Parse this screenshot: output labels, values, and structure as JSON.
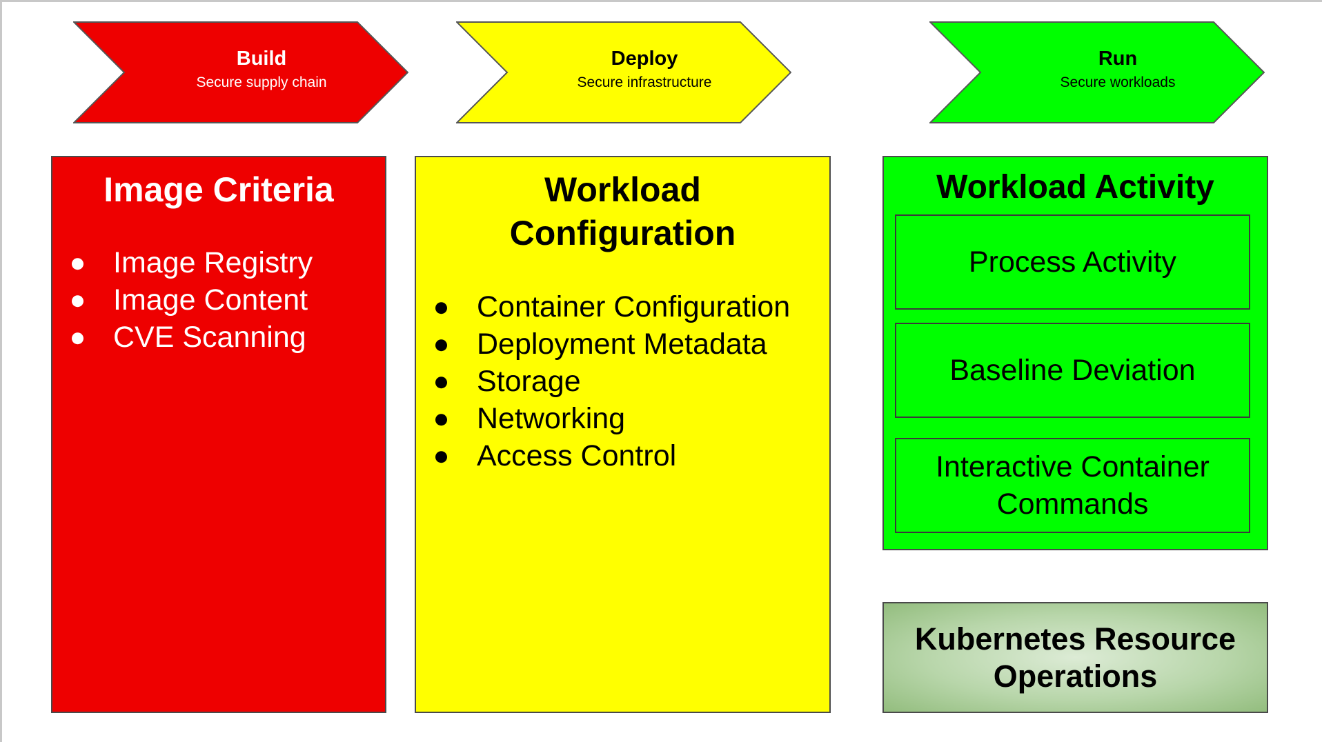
{
  "colors": {
    "build": "#ee0000",
    "deploy": "#ffff00",
    "run": "#00ff00",
    "k8s_gradient_center": "#dcebd5",
    "k8s_gradient_edge": "#93bd7e",
    "border": "#4a4a4a"
  },
  "phases": [
    {
      "title": "Build",
      "subtitle": "Secure supply chain"
    },
    {
      "title": "Deploy",
      "subtitle": "Secure infrastructure"
    },
    {
      "title": "Run",
      "subtitle": "Secure workloads"
    }
  ],
  "image_criteria": {
    "title": "Image Criteria",
    "items": [
      "Image Registry",
      "Image Content",
      "CVE Scanning"
    ]
  },
  "workload_configuration": {
    "title_line1": "Workload",
    "title_line2": "Configuration",
    "items": [
      "Container Configuration",
      "Deployment Metadata",
      "Storage",
      "Networking",
      "Access Control"
    ]
  },
  "workload_activity": {
    "title": "Workload Activity",
    "items": [
      {
        "line1": "Process Activity"
      },
      {
        "line1": "Baseline Deviation"
      },
      {
        "line1": "Interactive Container",
        "line2": "Commands"
      }
    ]
  },
  "kubernetes_operations": {
    "line1": "Kubernetes Resource",
    "line2": "Operations"
  }
}
